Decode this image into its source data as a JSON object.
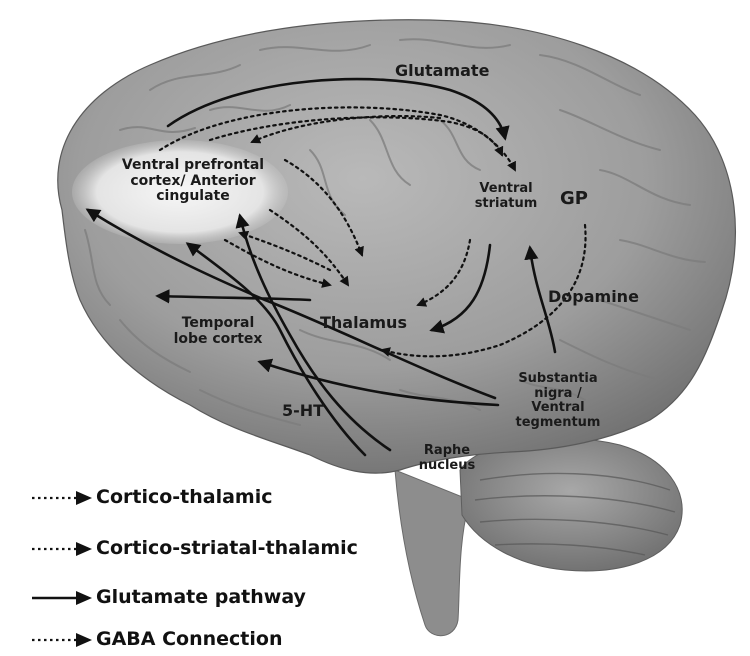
{
  "labels": {
    "glutamate": "Glutamate",
    "vpfc": "Ventral prefrontal\ncortex/ Anterior\ncingulate",
    "ventral_striatum": "Ventral\nstriatum",
    "gp": "GP",
    "dopamine": "Dopamine",
    "thalamus": "Thalamus",
    "temporal": "Temporal\nlobe cortex",
    "substantia": "Substantia\nnigra /\nVentral\ntegmentum",
    "five_ht": "5-HT",
    "raphe": "Raphe\nnucleus"
  },
  "legend": [
    {
      "text": "Cortico-thalamic",
      "style": "dotted"
    },
    {
      "text": "Cortico-striatal-thalamic",
      "style": "dotted"
    },
    {
      "text": "Glutamate pathway",
      "style": "solid"
    },
    {
      "text": "GABA Connection",
      "style": "dotted"
    }
  ],
  "colors": {
    "ink": "#111111",
    "brain": "#9a9a9a",
    "highlight": "#ececec"
  }
}
